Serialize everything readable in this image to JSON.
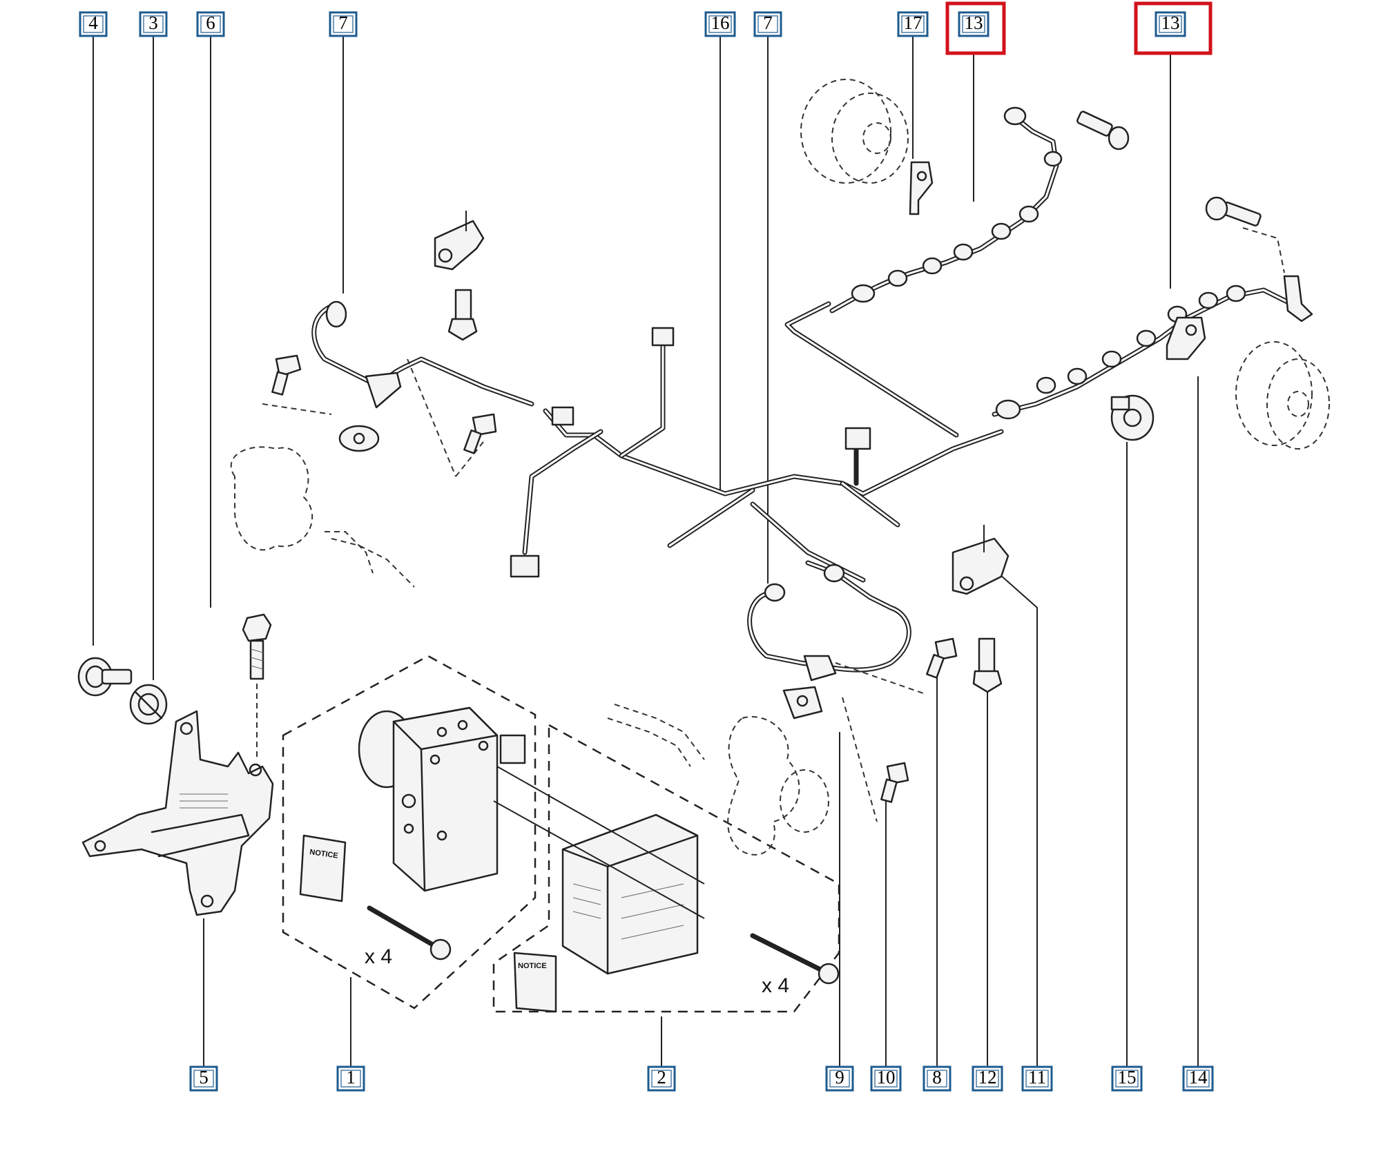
{
  "diagram": {
    "callouts": {
      "c4": "4",
      "c3": "3",
      "c6": "6",
      "c7a": "7",
      "c16": "16",
      "c7b": "7",
      "c17": "17",
      "c13a": "13",
      "c13b": "13",
      "c5": "5",
      "c1": "1",
      "c2": "2",
      "c9": "9",
      "c10": "10",
      "c8": "8",
      "c12": "12",
      "c11": "11",
      "c15": "15",
      "c14": "14"
    },
    "highlight_color": "#d2121b",
    "callout_color": "#1e5b8f",
    "quantity_labels": {
      "kit1": "x 4",
      "kit2": "x 4"
    },
    "booklet_label": "NOTICE"
  }
}
